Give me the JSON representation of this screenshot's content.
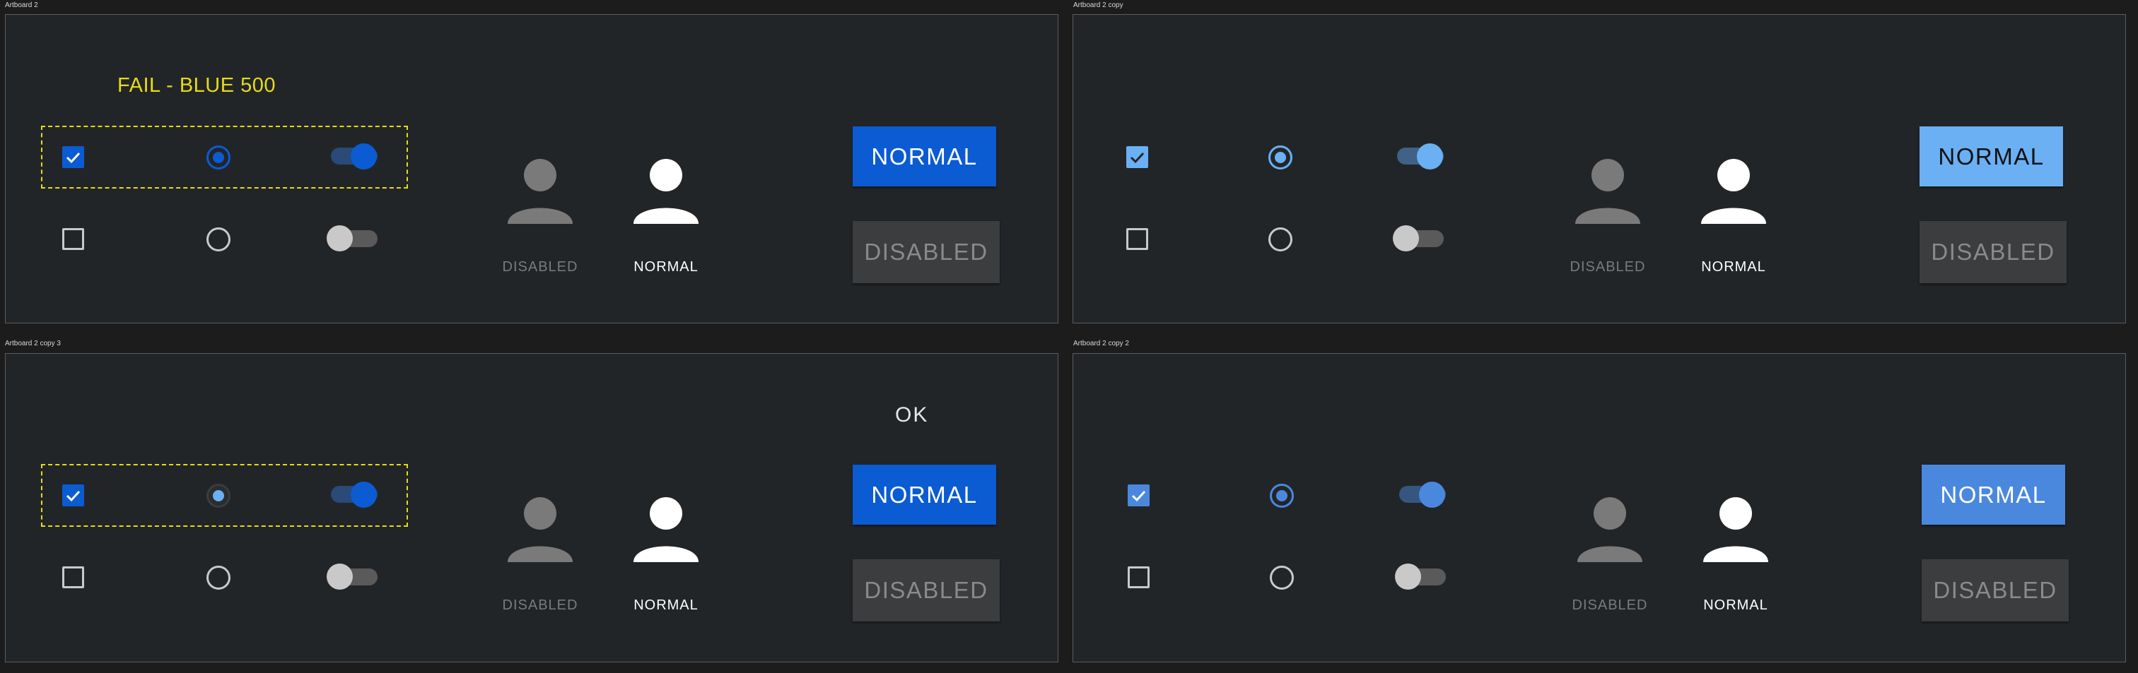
{
  "artboards": [
    {
      "label": "Artboard 2",
      "heading": "FAIL  - BLUE 500",
      "accent": "#0b5bd2",
      "button_bg": "#0b5bd2",
      "button_text_color": "#ffffff",
      "checkbox_checked": true,
      "radio_selected": true,
      "switch_on": true,
      "avatars": [
        {
          "label": "DISABLED"
        },
        {
          "label": "NORMAL"
        }
      ],
      "buttons": [
        {
          "label": "NORMAL"
        },
        {
          "label": "DISABLED"
        }
      ]
    },
    {
      "label": "Artboard 2 copy",
      "heading": "",
      "accent": "#6ab0f3",
      "button_bg": "#6ab0f3",
      "button_text_color": "#111111",
      "checkbox_checked": true,
      "radio_selected": true,
      "switch_on": true,
      "avatars": [
        {
          "label": "DISABLED"
        },
        {
          "label": "NORMAL"
        }
      ],
      "buttons": [
        {
          "label": "NORMAL"
        },
        {
          "label": "DISABLED"
        }
      ]
    },
    {
      "label": "Artboard 2 copy 3",
      "heading": "OK",
      "accent": "#0b5bd2",
      "radio_accent": "#6ab0f3",
      "button_bg": "#0b5bd2",
      "button_text_color": "#ffffff",
      "checkbox_checked": true,
      "radio_selected": true,
      "switch_on": true,
      "avatars": [
        {
          "label": "DISABLED"
        },
        {
          "label": "NORMAL"
        }
      ],
      "buttons": [
        {
          "label": "NORMAL"
        },
        {
          "label": "DISABLED"
        }
      ]
    },
    {
      "label": "Artboard 2 copy 2",
      "heading": "",
      "accent": "#4a88de",
      "button_bg": "#4a88de",
      "button_text_color": "#ffffff",
      "checkbox_checked": true,
      "radio_selected": true,
      "switch_on": true,
      "avatars": [
        {
          "label": "DISABLED"
        },
        {
          "label": "NORMAL"
        }
      ],
      "buttons": [
        {
          "label": "NORMAL"
        },
        {
          "label": "DISABLED"
        }
      ]
    }
  ],
  "colors": {
    "artboard_bg": "#222528",
    "off_control": "#c9c9c9",
    "off_track": "#5a5a5a",
    "avatar_disabled": "#7a7a7a",
    "avatar_normal": "#ffffff",
    "highlight": "#e6dc16"
  }
}
